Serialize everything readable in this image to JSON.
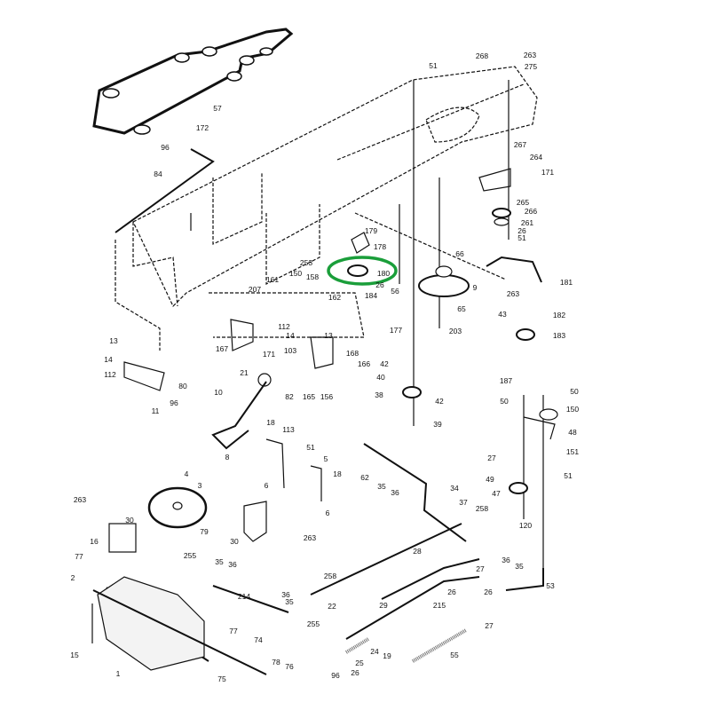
{
  "diagram": {
    "type": "exploded parts diagram",
    "highlight_color": "#1a9e3a",
    "highlighted_part": "180",
    "part_labels": [
      "57",
      "172",
      "96",
      "84",
      "51",
      "268",
      "263",
      "275",
      "267",
      "264",
      "171",
      "265",
      "266",
      "261",
      "26",
      "51",
      "179",
      "178",
      "66",
      "253",
      "180",
      "26",
      "56",
      "184",
      "9",
      "181",
      "263",
      "65",
      "182",
      "43",
      "203",
      "183",
      "177",
      "187",
      "150",
      "158",
      "161",
      "207",
      "162",
      "112",
      "14",
      "13",
      "103",
      "171",
      "167",
      "13",
      "14",
      "112",
      "80",
      "96",
      "11",
      "21",
      "82",
      "165",
      "156",
      "168",
      "166",
      "42",
      "40",
      "38",
      "42",
      "39",
      "10",
      "8",
      "18",
      "113",
      "51",
      "5",
      "18",
      "6",
      "6",
      "62",
      "35",
      "36",
      "34",
      "37",
      "258",
      "4",
      "3",
      "263",
      "30",
      "16",
      "79",
      "30",
      "263",
      "77",
      "2",
      "255",
      "35",
      "36",
      "214",
      "36",
      "35",
      "255",
      "258",
      "22",
      "28",
      "36",
      "35",
      "27",
      "26",
      "26",
      "53",
      "29",
      "215",
      "27",
      "15",
      "1",
      "77",
      "74",
      "78",
      "76",
      "75",
      "96",
      "26",
      "25",
      "24",
      "19",
      "55",
      "50",
      "50",
      "150",
      "48",
      "27",
      "151",
      "49",
      "51",
      "47",
      "120"
    ]
  }
}
